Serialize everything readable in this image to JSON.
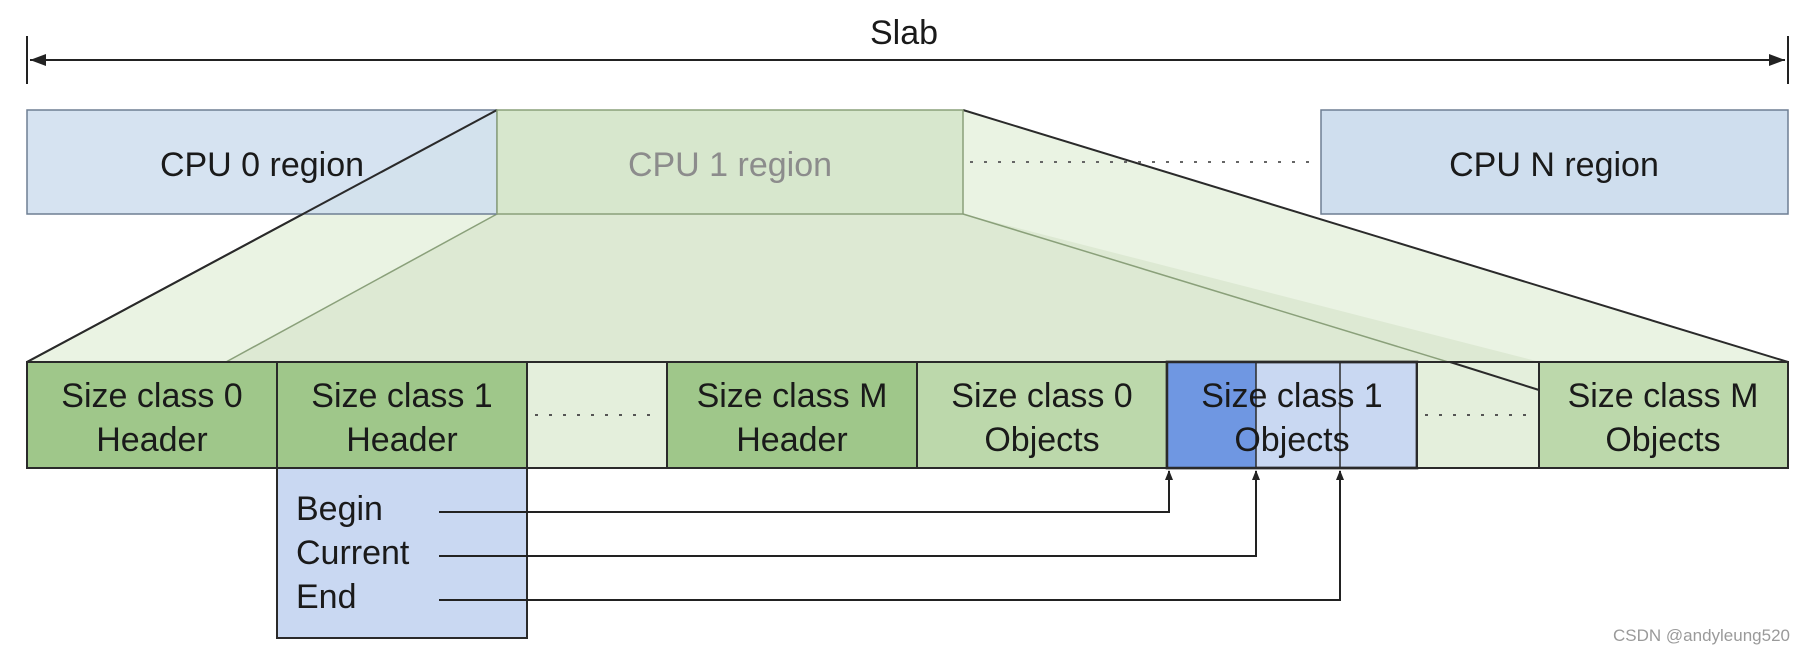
{
  "title": "Slab",
  "regions": {
    "cpu0": "CPU 0 region",
    "cpu1": "CPU 1 region",
    "cpuN": "CPU N region"
  },
  "size_classes": {
    "sc0_header": [
      "Size class 0",
      "Header"
    ],
    "sc1_header": [
      "Size class 1",
      "Header"
    ],
    "scM_header": [
      "Size class M",
      "Header"
    ],
    "sc0_objects": [
      "Size class 0",
      "Objects"
    ],
    "sc1_objects": [
      "Size class 1",
      "Objects"
    ],
    "scM_objects": [
      "Size class M",
      "Objects"
    ]
  },
  "pointers": {
    "begin": "Begin",
    "current": "Current",
    "end": "End"
  },
  "watermark": "CSDN @andyleung520",
  "colors": {
    "cpu_region_blue": "#cfdeee",
    "cpu1_green": "#d7e7cd",
    "header_green": "#9fc78a",
    "objects_green": "#bcd8ab",
    "gap_green": "#e4efdc",
    "fan_green": "#eaf3e3",
    "pointer_box_blue": "#c9d8f2",
    "objects_highlight_blue": "#6f97e2"
  }
}
